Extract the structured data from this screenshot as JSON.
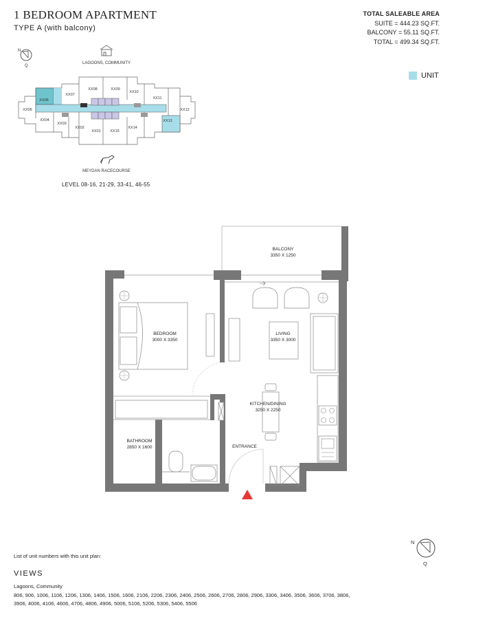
{
  "header": {
    "title": "1 BEDROOM APARTMENT",
    "subtitle": "TYPE A (with balcony)"
  },
  "area": {
    "heading": "TOTAL SALEABLE AREA",
    "suite": "SUITE =  444.23 SQ.FT.",
    "balcony": "BALCONY =  55.11 SQ.FT.",
    "total": "TOTAL = 499.34 SQ.FT."
  },
  "legend": {
    "label": "UNIT",
    "color": "#a6dde9"
  },
  "keyplan": {
    "top_label": "LAGOONS, COMMUNITY",
    "bottom_label": "MEYDAN RACECOURSE",
    "units": [
      "XX06",
      "XX07",
      "XX08",
      "XX09",
      "XX10",
      "XX11",
      "XX12",
      "XX05",
      "XX04",
      "XX03",
      "XX02",
      "XX01",
      "XX15",
      "XX14",
      "XX13"
    ],
    "compass_n": "N",
    "compass_q": "Q",
    "highlight_color": "#a6dde9",
    "selected_color": "#6fc3cc",
    "core_color": "#c9c6e6"
  },
  "level": "LEVEL 08-16, 21-29, 33-41, 46-55",
  "plan": {
    "balcony_name": "BALCONY",
    "balcony_dim": "3350 X 1250",
    "bedroom_name": "BEDROOM",
    "bedroom_dim": "3000 X 3350",
    "living_name": "LIVING",
    "living_dim": "3350 X 3000",
    "kitchen_name": "KITCHEN/DINING",
    "kitchen_dim": "3250 X 2250",
    "bathroom_name": "BATHROOM",
    "bathroom_dim": "2850 X 1600",
    "entrance": "ENTRANCE",
    "compass_n": "N",
    "compass_q": "Q"
  },
  "views": {
    "note": "List of unit numbers with this unit plan:",
    "heading": "VIEWS",
    "sub": "Lagoons, Community",
    "units": "806, 906, 1006, 1106, 1206, 1306, 1406, 1506, 1606, 2106, 2206, 2306, 2406, 2506, 2606, 2706, 2806, 2906, 3306, 3406, 3506, 3606, 3706, 3806, 3906, 4006, 4106, 4606, 4706, 4806, 4906, 5006, 5106, 5206, 5306, 5406, 5506"
  }
}
